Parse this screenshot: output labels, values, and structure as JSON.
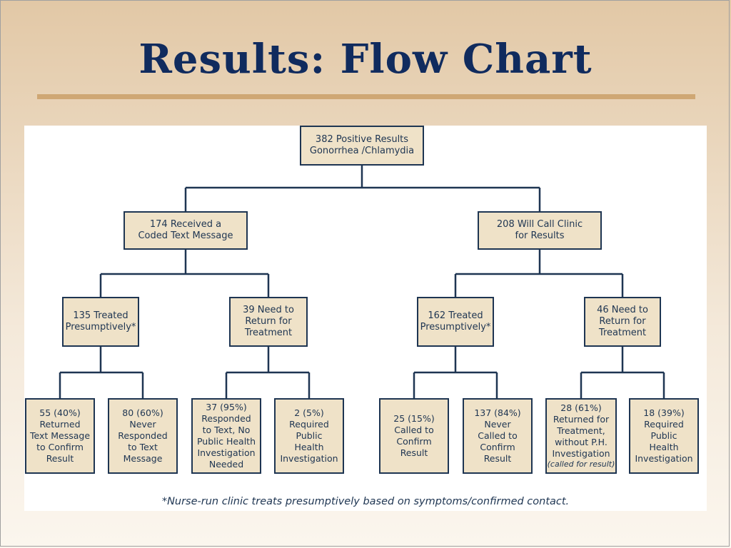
{
  "title": "Results: Flow Chart",
  "colors": {
    "title": "#102b5e",
    "rule": "#cfa774",
    "box_fill": "#efe2c8",
    "box_border": "#1e3552",
    "connector": "#1e3552",
    "text": "#1e3552"
  },
  "chart": {
    "root": {
      "lines": [
        "382 Positive Results",
        "Gonorrhea /Chlamydia"
      ]
    },
    "level1": [
      {
        "lines": [
          "174 Received a",
          "Coded Text Message"
        ]
      },
      {
        "lines": [
          "208 Will Call Clinic",
          "for Results"
        ]
      }
    ],
    "level2": [
      {
        "lines": [
          "135 Treated",
          "Presumptively*"
        ]
      },
      {
        "lines": [
          "39 Need to",
          "Return for",
          "Treatment"
        ]
      },
      {
        "lines": [
          "162 Treated",
          "Presumptively*"
        ]
      },
      {
        "lines": [
          "46 Need to",
          "Return for",
          "Treatment"
        ]
      }
    ],
    "level3": [
      {
        "lines": [
          "55 (40%)",
          "Returned",
          "Text Message",
          "to Confirm",
          "Result"
        ]
      },
      {
        "lines": [
          "80 (60%)",
          "Never",
          "Responded",
          "to Text",
          "Message"
        ]
      },
      {
        "lines": [
          "37 (95%)",
          "Responded",
          "to Text, No",
          "Public Health",
          "Investigation",
          "Needed"
        ]
      },
      {
        "lines": [
          "2 (5%)",
          "Required",
          "Public",
          "Health",
          "Investigation"
        ]
      },
      {
        "lines": [
          "25 (15%)",
          "Called to",
          "Confirm",
          "Result"
        ]
      },
      {
        "lines": [
          "137 (84%)",
          "Never",
          "Called to",
          "Confirm",
          "Result"
        ]
      },
      {
        "lines": [
          "28 (61%)",
          "Returned for",
          "Treatment,",
          "without P.H.",
          "Investigation"
        ],
        "note": "(called for result)"
      },
      {
        "lines": [
          "18 (39%)",
          "Required",
          "Public",
          "Health",
          "Investigation"
        ]
      }
    ]
  },
  "footnote": "*Nurse-run clinic treats presumptively based on symptoms/confirmed contact."
}
